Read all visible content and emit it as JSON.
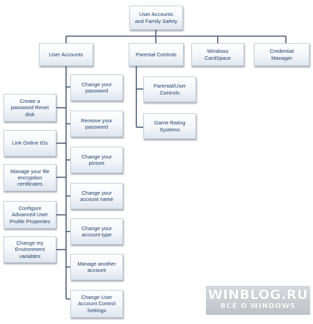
{
  "diagram": {
    "root": "User Accounts\nand Family Safety",
    "categories": [
      "User Accounts",
      "Parental Controls",
      "Windows\nCardSpace",
      "Credential\nManager"
    ],
    "user_accounts_left": [
      "Create a\npassword Reset\ndisk",
      "Link Online IDs",
      "Manage your file\nencryption\ncertificates",
      "Configure\nAdvanced User\nProfile Properties",
      "Change my\nEnvironment\nvariables"
    ],
    "user_accounts_right": [
      "Change your\npassword",
      "Remove your\npassword",
      "Change your\npicture",
      "Change your\naccount name",
      "Change your\naccount type",
      "Manage another\naccount",
      "Change User\nAccount Control\nSettings"
    ],
    "parental_controls_items": [
      "Parental/User\nControls",
      "Game Rating\nSystems"
    ]
  },
  "watermark": {
    "title": "WINBLOG.RU",
    "subtitle": "ВСЁ О WINDOWS"
  },
  "colors": {
    "line": "#4d5b72",
    "text": "#1f3f6a",
    "box_border": "#c4cedb"
  }
}
